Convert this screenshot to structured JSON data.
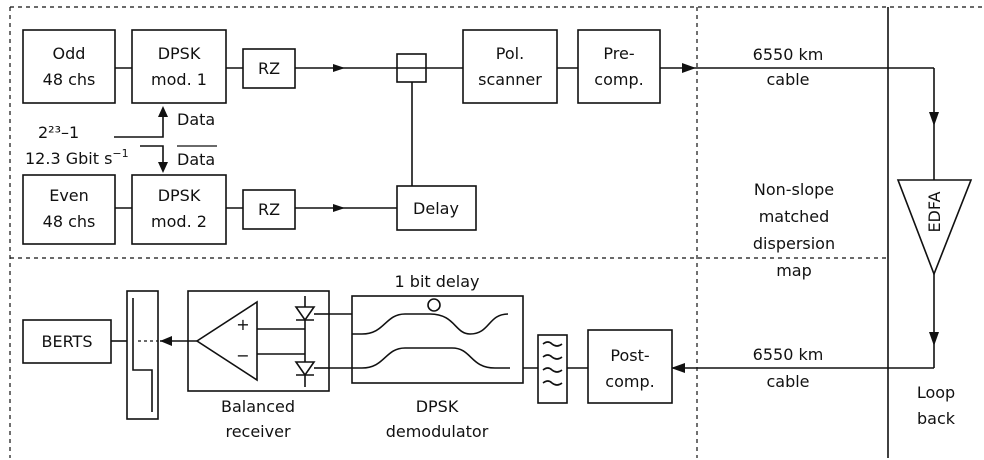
{
  "transmitter": {
    "odd": [
      "Odd",
      "48 chs"
    ],
    "even": [
      "Even",
      "48 chs"
    ],
    "mod1": [
      "DPSK",
      "mod. 1"
    ],
    "mod2": [
      "DPSK",
      "mod. 2"
    ],
    "rz": "RZ",
    "prbs": "2²³–1",
    "rate_prefix": "12.3 Gbit s",
    "rate_exp": "−1",
    "data": "Data",
    "data_bar": "Data",
    "delay": "Delay",
    "pol_scanner": [
      "Pol.",
      "scanner"
    ],
    "pre_comp": [
      "Pre-",
      "comp."
    ]
  },
  "link": {
    "cable_top": [
      "6550 km",
      "cable"
    ],
    "cable_bottom": [
      "6550 km",
      "cable"
    ],
    "dispersion_map": [
      "Non-slope",
      "matched",
      "dispersion",
      "map"
    ],
    "edfa": "EDFA",
    "loop_back": [
      "Loop",
      "back"
    ]
  },
  "receiver": {
    "berts": "BERTS",
    "balanced_receiver": [
      "Balanced",
      "receiver"
    ],
    "plus": "+",
    "minus": "−",
    "bit_delay": "1 bit delay",
    "demodulator": [
      "DPSK",
      "demodulator"
    ],
    "post_comp": [
      "Post-",
      "comp."
    ]
  }
}
